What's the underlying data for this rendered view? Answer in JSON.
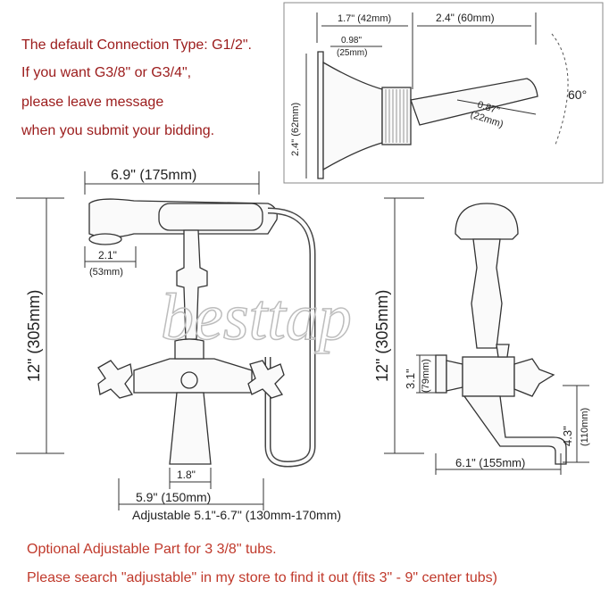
{
  "notes": [
    "The default Connection Type: G1/2\".",
    "If you want G3/8\" or G3/4\",",
    "please leave message",
    "when you submit your bidding."
  ],
  "watermark": "besttap",
  "inset": {
    "top_left": "1.7\" (42mm)",
    "top_right": "2.4\" (60mm)",
    "inner_top": "0.98\"",
    "inner_top_mm": "(25mm)",
    "left_height": "2.4\" (62mm)",
    "arm_in": "0.87\"",
    "arm_mm": "(22mm)",
    "angle": "60°"
  },
  "front": {
    "width": "6.9\" (175mm)",
    "handle_in": "2.1\"",
    "handle_mm": "(53mm)",
    "height": "12\" (305mm)",
    "spout_base": "1.8\"",
    "centers": "5.9\" (150mm)",
    "adjustable": "Adjustable 5.1\"-6.7\" (130mm-170mm)"
  },
  "side": {
    "height": "12\" (305mm)",
    "flange_in": "3.1\"",
    "flange_mm": "(79mm)",
    "spout_drop_in": "4.3\"",
    "spout_drop_mm": "(110mm)",
    "reach": "6.1\" (155mm)"
  },
  "footer": [
    "Optional Adjustable Part for 3 3/8\" tubs.",
    "Please search \"adjustable\" in my store to find it out (fits 3\" - 9\" center tubs)"
  ]
}
